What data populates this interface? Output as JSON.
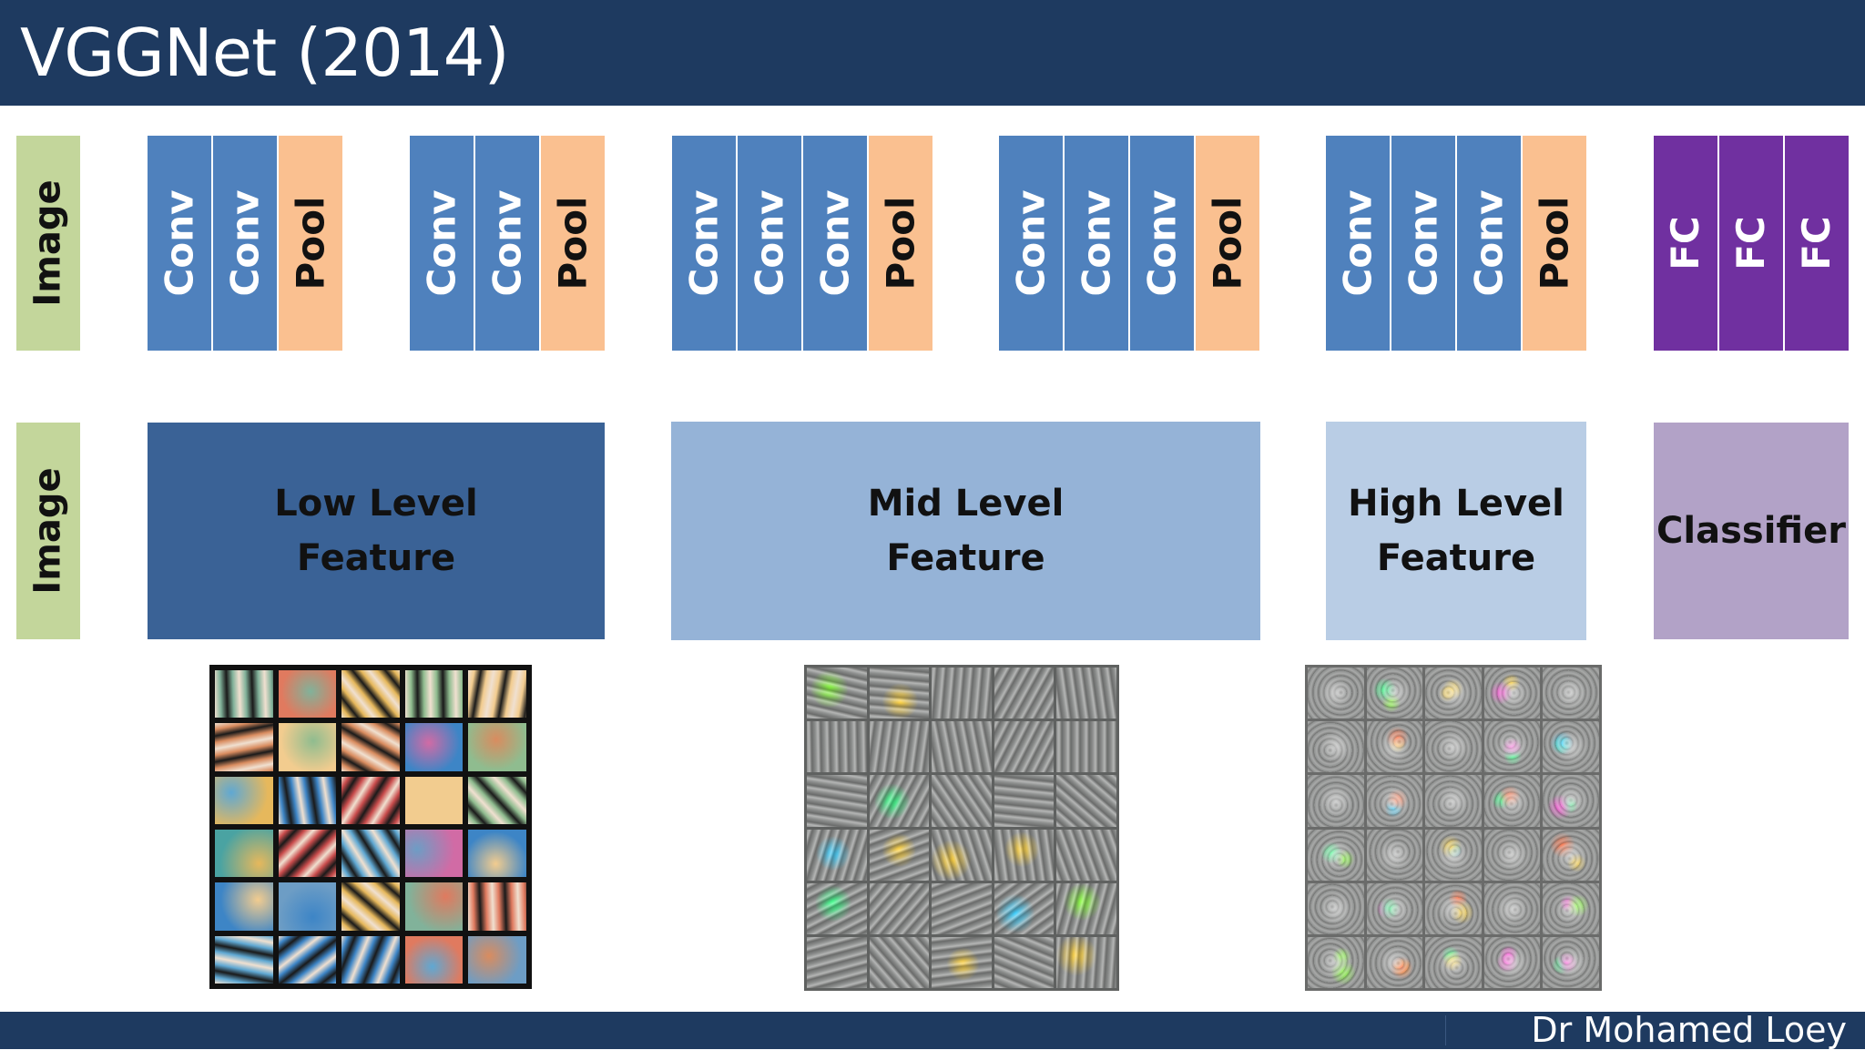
{
  "title": "VGGNet (2014)",
  "footer": "Dr Mohamed Loey",
  "colors": {
    "header_bg": "#1e3a60",
    "conv": "#4f81bd",
    "pool": "#fac090",
    "fc": "#7030a0",
    "image": "#c3d69b",
    "low_level": "#3a6296",
    "mid_level": "#95b3d7",
    "high_level": "#b9cde5",
    "classifier": "#b2a2c7"
  },
  "architecture": {
    "input_label": "Image",
    "blocks": [
      {
        "layers": [
          "Conv",
          "Conv",
          "Pool"
        ]
      },
      {
        "layers": [
          "Conv",
          "Conv",
          "Pool"
        ]
      },
      {
        "layers": [
          "Conv",
          "Conv",
          "Conv",
          "Pool"
        ]
      },
      {
        "layers": [
          "Conv",
          "Conv",
          "Conv",
          "Pool"
        ]
      },
      {
        "layers": [
          "Conv",
          "Conv",
          "Conv",
          "Pool"
        ]
      },
      {
        "layers": [
          "FC",
          "FC",
          "FC"
        ]
      }
    ]
  },
  "stages": {
    "input_label": "Image",
    "low": {
      "line1": "Low Level",
      "line2": "Feature"
    },
    "mid": {
      "line1": "Mid Level",
      "line2": "Feature"
    },
    "high": {
      "line1": "High Level",
      "line2": "Feature"
    },
    "classifier": "Classifier"
  },
  "visualizations": [
    {
      "name": "low-level-filters",
      "tile_style": "color-gradient-edges"
    },
    {
      "name": "mid-level-filters",
      "tile_style": "gray-textures"
    },
    {
      "name": "high-level-filters",
      "tile_style": "gray-object-parts"
    }
  ]
}
